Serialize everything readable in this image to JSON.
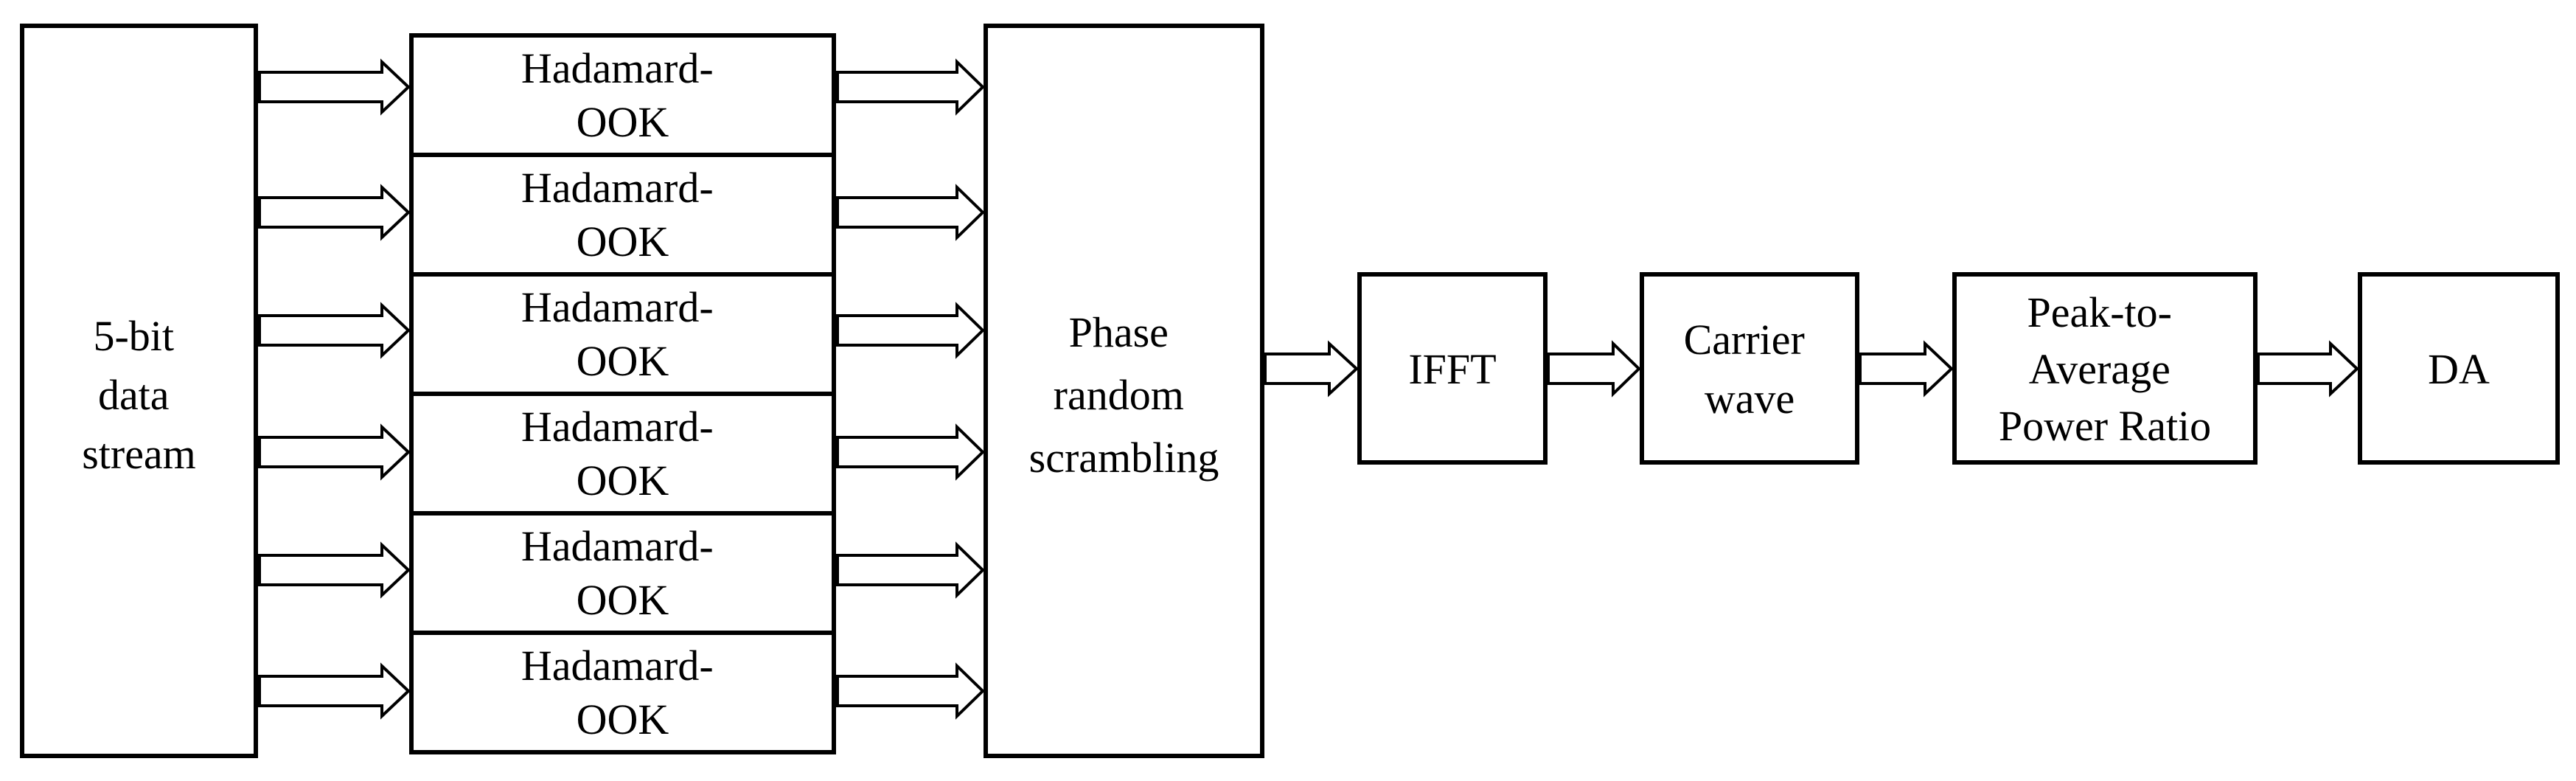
{
  "diagram": {
    "source_block": {
      "lines": [
        "5-bit",
        "data",
        "stream"
      ]
    },
    "encoder_blocks": [
      {
        "lines": [
          "Hadamard-",
          "OOK"
        ]
      },
      {
        "lines": [
          "Hadamard-",
          "OOK"
        ]
      },
      {
        "lines": [
          "Hadamard-",
          "OOK"
        ]
      },
      {
        "lines": [
          "Hadamard-",
          "OOK"
        ]
      },
      {
        "lines": [
          "Hadamard-",
          "OOK"
        ]
      },
      {
        "lines": [
          "Hadamard-",
          "OOK"
        ]
      }
    ],
    "scrambler_block": {
      "lines": [
        "Phase",
        "random",
        "scrambling"
      ]
    },
    "chain_blocks": [
      {
        "id": "ifft",
        "lines": [
          "IFFT"
        ]
      },
      {
        "id": "carrier",
        "lines": [
          "Carrier",
          "wave"
        ]
      },
      {
        "id": "papr",
        "lines": [
          "Peak-to-",
          "Average",
          "Power Ratio"
        ]
      },
      {
        "id": "da",
        "lines": [
          "DA"
        ]
      }
    ]
  }
}
